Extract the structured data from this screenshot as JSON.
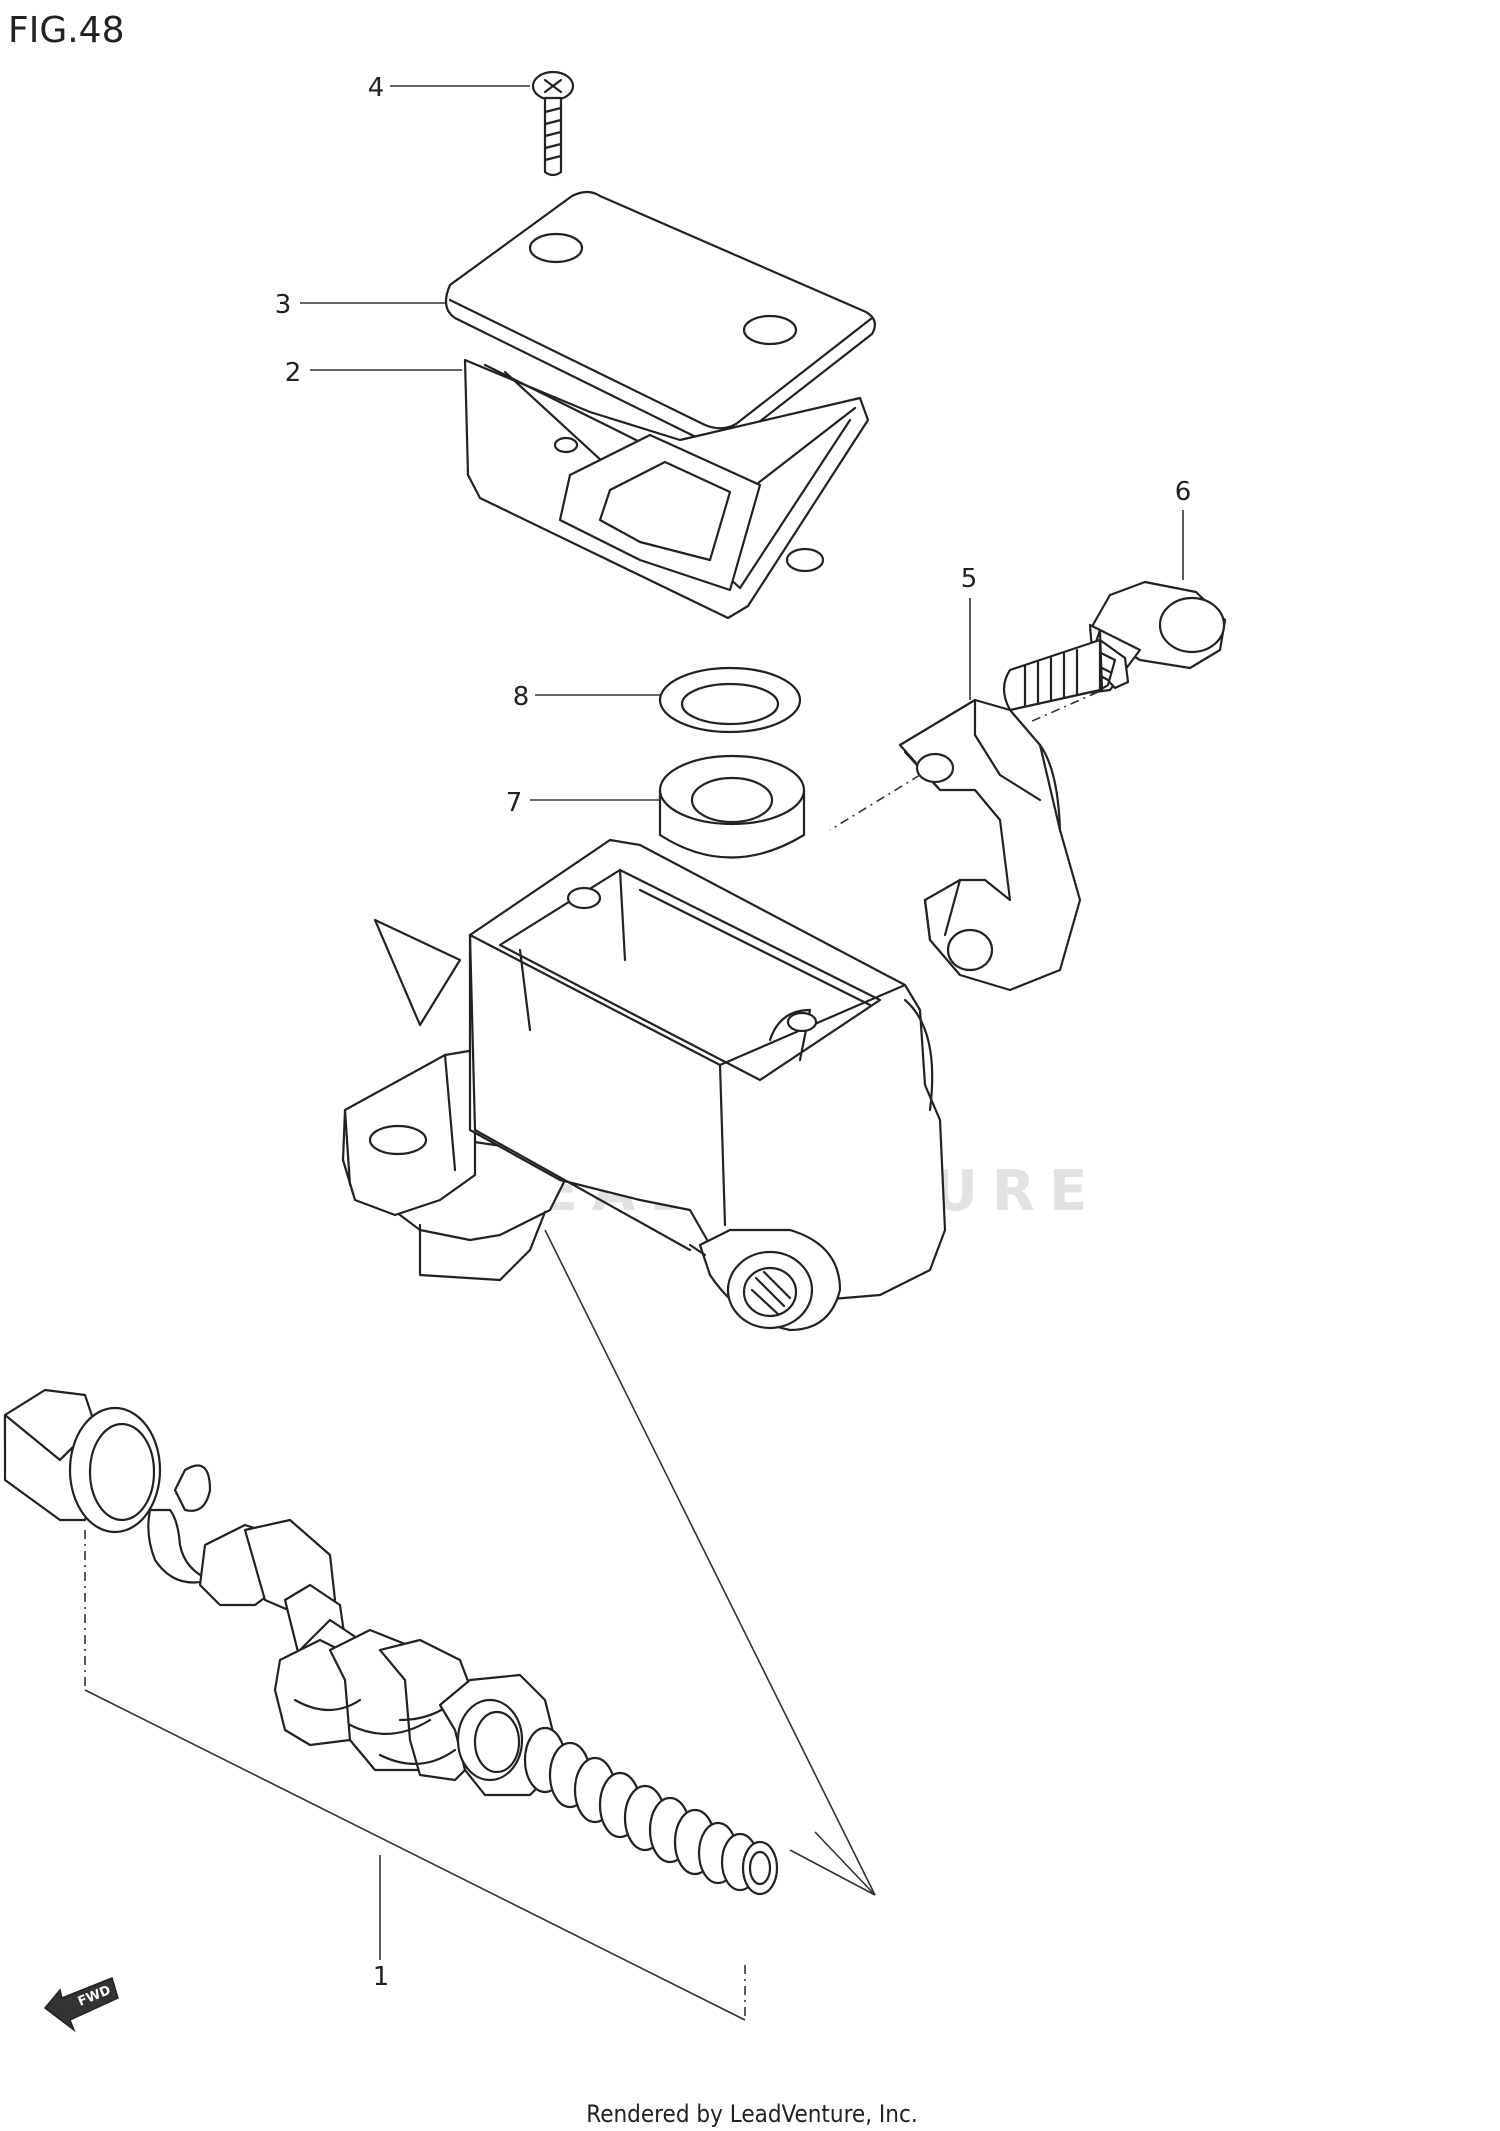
{
  "figure_label": "FIG.48",
  "watermark_text": "LEADVENTURE",
  "footer_text": "Rendered by LeadVenture, Inc.",
  "fwd_label": "FWD",
  "callouts": [
    "1",
    "2",
    "3",
    "4",
    "5",
    "6",
    "7",
    "8"
  ],
  "colors": {
    "line": "#222222",
    "background": "#ffffff",
    "watermark": "#e2e2e2"
  }
}
